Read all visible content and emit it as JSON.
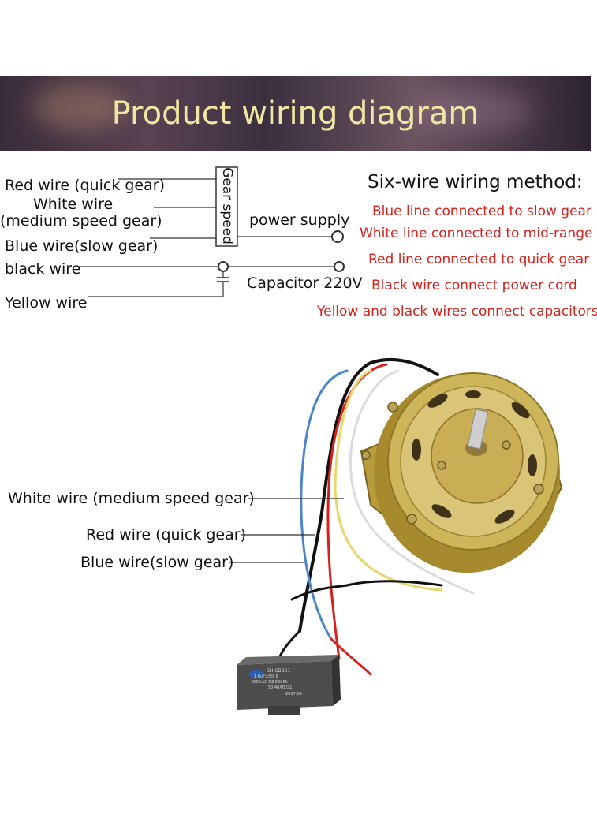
{
  "banner": {
    "title": "Product wiring diagram"
  },
  "schematic": {
    "red_wire": "Red wire (quick gear)",
    "white_wire_1": "White wire",
    "white_wire_2": "(medium speed gear)",
    "blue_wire": "Blue wire(slow gear)",
    "black_wire": "black wire",
    "yellow_wire": "Yellow wire",
    "gear_speed": "Gear speed",
    "power_supply": "power supply",
    "capacitor": "Capacitor 220V"
  },
  "method": {
    "title": "Six-wire wiring method:",
    "items": [
      "Blue line connected to slow gear",
      "White line connected to mid-range",
      "Red line connected to quick gear",
      "Black wire connect power cord",
      "Yellow and black wires connect capacitors"
    ],
    "color": "#d8211d"
  },
  "photo_labels": {
    "white": "White wire (medium speed gear)",
    "red": "Red wire (quick gear)",
    "blue": "Blue wire(slow gear)"
  },
  "capacitor_text": {
    "line1": "SH CBB61",
    "line2": "1.0uF±5% B",
    "line3": "450V.AC D8 5000h",
    "line4": "50 40/85/21",
    "line5": "2017.09"
  }
}
